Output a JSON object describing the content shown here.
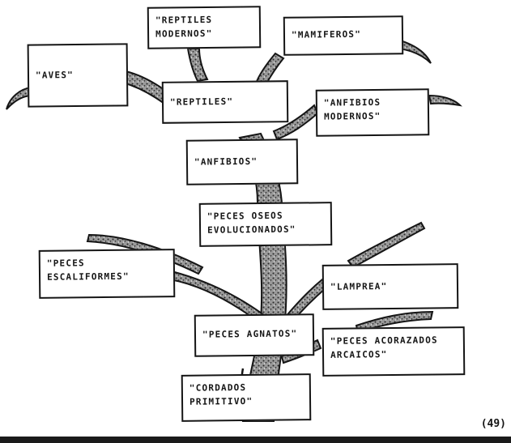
{
  "diagram": {
    "nodes": {
      "reptiles_modernos": "\"REPTILES MODERNOS\"",
      "mamiferos": "\"MAMIFEROS\"",
      "aves": "\"AVES\"",
      "reptiles": "\"REPTILES\"",
      "anfibios_modernos": "\"ANFIBIOS MODERNOS\"",
      "anfibios": "\"ANFIBIOS\"",
      "peces_oseos": "\"PECES OSEOS EVOLUCIONADOS\"",
      "peces_escaliformes": "\"PECES ESCALIFORMES\"",
      "lamprea": "\"LAMPREA\"",
      "peces_agnatos": "\"PECES AGNATOS\"",
      "peces_acorazados": "\"PECES ACORAZADOS ARCAICOS\"",
      "cordados": "\"CORDADOS PRIMITIVO\""
    },
    "page_number": "(49)"
  },
  "colors": {
    "ink": "#151515",
    "trunk_fill": "#8a8a8a",
    "paper": "#ffffff"
  }
}
